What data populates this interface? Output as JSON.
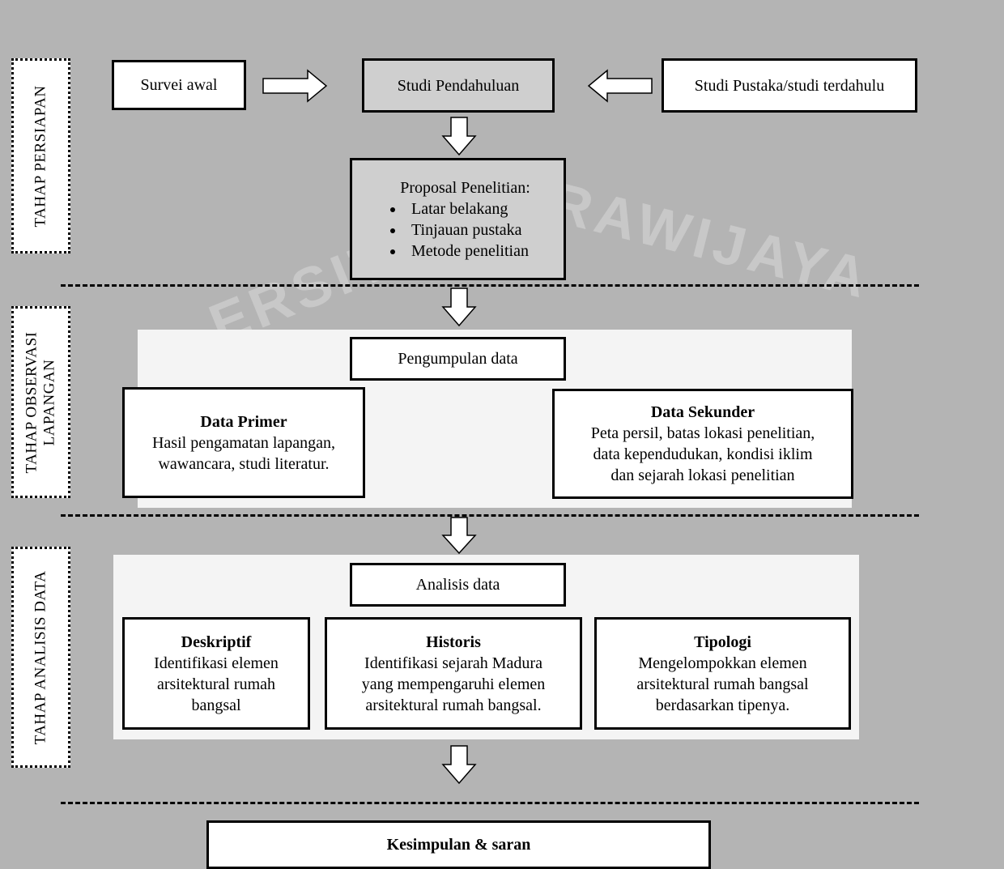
{
  "watermark": {
    "text_main": "BRAWIJAYA",
    "text_left": "ERSITAS"
  },
  "stages": {
    "persiapan": "TAHAP PERSIAPAN",
    "observasi_line1": "TAHAP OBSERVASI",
    "observasi_line2": "LAPANGAN",
    "analisis": "TAHAP ANALISIS DATA"
  },
  "boxes": {
    "survei_awal": "Survei awal",
    "studi_pendahuluan": "Studi Pendahuluan",
    "studi_pustaka": "Studi Pustaka/studi terdahulu",
    "proposal": {
      "title": "Proposal Penelitian:",
      "items": [
        "Latar belakang",
        "Tinjauan pustaka",
        "Metode penelitian"
      ]
    },
    "pengumpulan_data": "Pengumpulan data",
    "data_primer": {
      "title": "Data Primer",
      "line1": "Hasil pengamatan lapangan,",
      "line2": "wawancara, studi literatur."
    },
    "data_sekunder": {
      "title": "Data Sekunder",
      "line1": "Peta persil, batas lokasi penelitian,",
      "line2": "data kependudukan, kondisi iklim",
      "line3": "dan sejarah lokasi penelitian"
    },
    "analisis_data": "Analisis data",
    "deskriptif": {
      "title": "Deskriptif",
      "line1": "Identifikasi elemen",
      "line2": "arsitektural rumah",
      "line3": "bangsal"
    },
    "historis": {
      "title": "Historis",
      "line1": "Identifikasi sejarah Madura",
      "line2": "yang mempengaruhi elemen",
      "line3": "arsitektural rumah bangsal."
    },
    "tipologi": {
      "title": "Tipologi",
      "line1": "Mengelompokkan elemen",
      "line2": "arsitektural rumah bangsal",
      "line3": "berdasarkan tipenya."
    },
    "kesimpulan": "Kesimpulan & saran"
  },
  "colors": {
    "background": "#b4b4b4",
    "box_fill": "#ffffff",
    "box_fill_grey": "#cfcfcf",
    "panel": "#f4f4f4",
    "stroke": "#000000"
  }
}
